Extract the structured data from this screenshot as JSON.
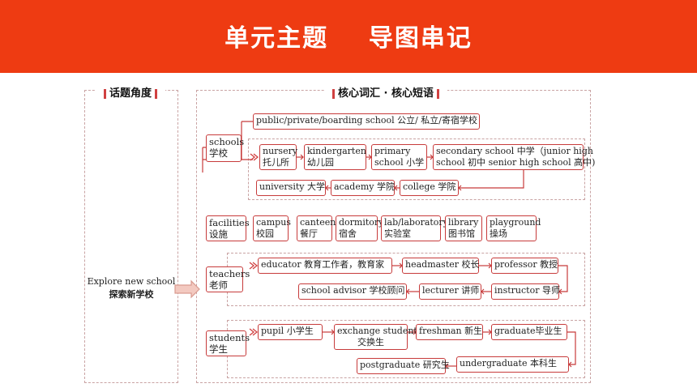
{
  "banner": {
    "title": "单元主题    导图串记"
  },
  "left_section": {
    "title": "话题角度",
    "theme_en": "Explore new school",
    "theme_zh": "探索新学校"
  },
  "right_section": {
    "title": "核心词汇 · 核心短语"
  },
  "schools": {
    "category": [
      "schools",
      "学校"
    ],
    "top": [
      "public/private/boarding school 公立/ 私立/寄宿学校"
    ],
    "row1": [
      [
        "nursery",
        "托儿所"
      ],
      [
        "kindergarten",
        "幼儿园"
      ],
      [
        "primary",
        "school 小学"
      ],
      [
        "secondary school 中学（junior high",
        "school 初中  senior high school 高中)"
      ]
    ],
    "row2": [
      [
        "university 大学"
      ],
      [
        "academy 学院"
      ],
      [
        "college 学院"
      ]
    ]
  },
  "facilities": {
    "category": [
      "facilities",
      "设施"
    ],
    "items": [
      [
        "campus",
        "校园"
      ],
      [
        "canteen",
        "餐厅"
      ],
      [
        "dormitory",
        "宿舍"
      ],
      [
        "lab/laboratory",
        "实验室"
      ],
      [
        "library",
        "图书馆"
      ],
      [
        "playground",
        "操场"
      ]
    ]
  },
  "teachers": {
    "category": [
      "teachers",
      "老师"
    ],
    "row1": [
      [
        "educator 教育工作者，教育家"
      ],
      [
        "headmaster 校长"
      ],
      [
        "professor 教授"
      ]
    ],
    "row2": [
      [
        "school advisor 学校顾问"
      ],
      [
        "lecturer 讲师"
      ],
      [
        "instructor 导师"
      ]
    ]
  },
  "students": {
    "category": [
      "students",
      "学生"
    ],
    "row1": [
      [
        "pupil 小学生"
      ],
      [
        "exchange student",
        "交换生"
      ],
      [
        "freshman 新生"
      ],
      [
        "graduate毕业生"
      ]
    ],
    "row2": [
      [
        "postgraduate 研究生"
      ],
      [
        "undergraduate 本科生"
      ]
    ]
  }
}
